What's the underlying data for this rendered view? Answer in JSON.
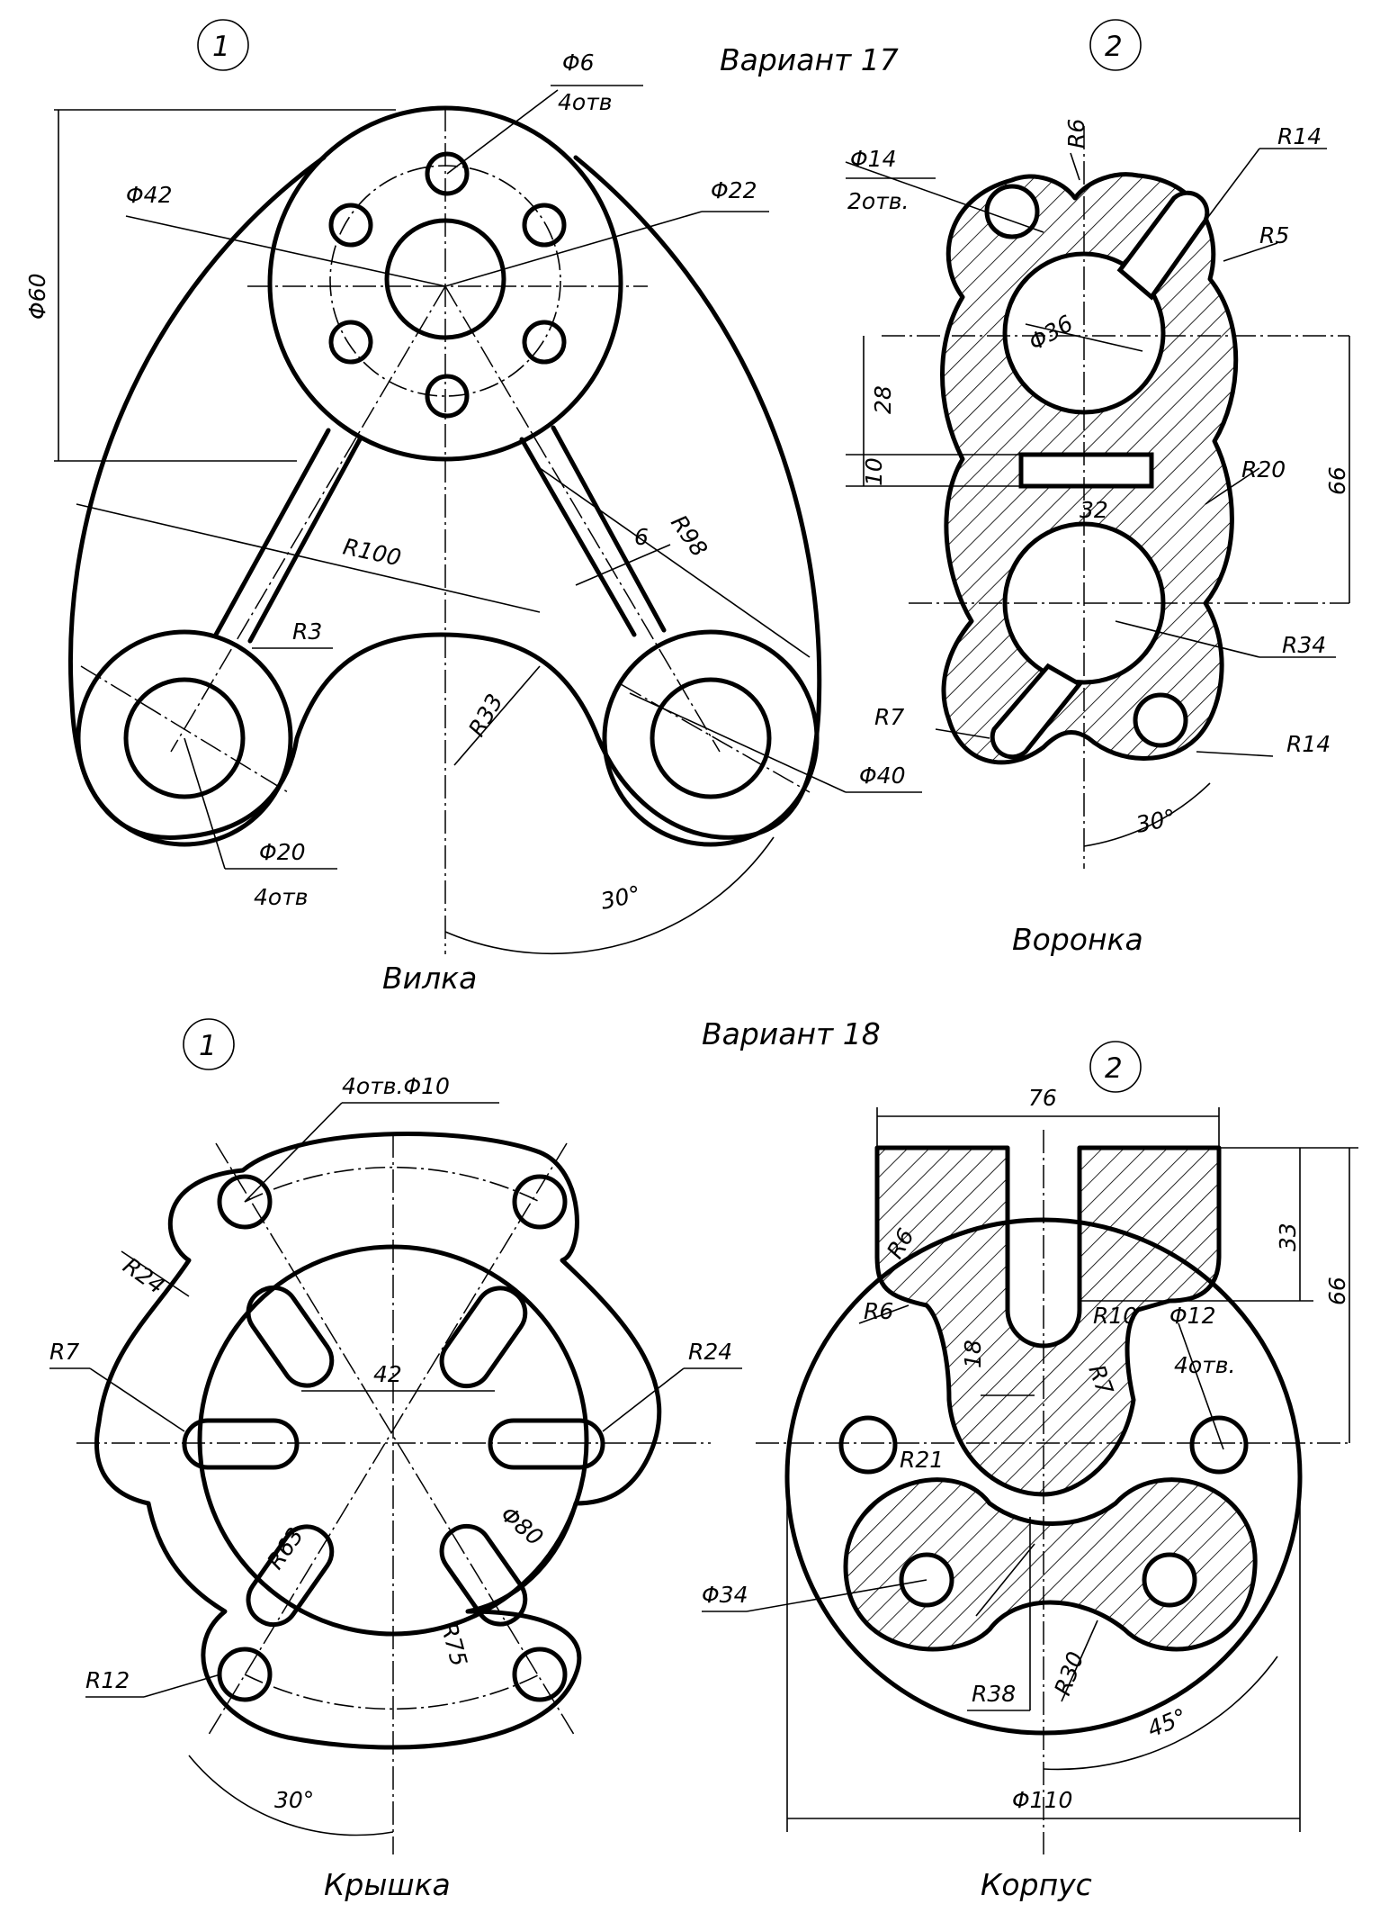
{
  "variants": [
    {
      "title": "Вариант 17",
      "parts": [
        {
          "number": "1",
          "name": "Вилка",
          "dims": {
            "d6": "Φ6",
            "holes6": "4отв",
            "d42": "Φ42",
            "d22": "Φ22",
            "d60": "Φ60",
            "r98": "R98",
            "r100": "R100",
            "six": "6",
            "r3": "R3",
            "r33": "R33",
            "d40": "Φ40",
            "d20": "Φ20",
            "holes20": "4отв",
            "angle": "30°"
          }
        },
        {
          "number": "2",
          "name": "Воронка",
          "dims": {
            "d14": "Φ14",
            "holes14": "2отв.",
            "r6": "R6",
            "r14a": "R14",
            "r5": "R5",
            "d36": "Φ36",
            "h28": "28",
            "h10": "10",
            "w32": "32",
            "r20": "R20",
            "h66": "66",
            "r34": "R34",
            "r7": "R7",
            "r14b": "R14",
            "angle": "30°"
          }
        }
      ]
    },
    {
      "title": "Вариант 18",
      "parts": [
        {
          "number": "1",
          "name": "Крышка",
          "dims": {
            "holes10": "4отв.Φ10",
            "r24a": "R24",
            "r7": "R7",
            "w42": "42",
            "r24b": "R24",
            "r63": "R63",
            "d80": "Φ80",
            "r75": "R75",
            "r12": "R12",
            "angle": "30°"
          }
        },
        {
          "number": "2",
          "name": "Корпус",
          "dims": {
            "w76": "76",
            "h33": "33",
            "h66": "66",
            "r6a": "R6",
            "r6b": "R6",
            "r10": "R10",
            "d12": "Φ12",
            "holes12": "4отв.",
            "h18": "18",
            "r7": "R7",
            "r21": "R21",
            "d34": "Φ34",
            "r38": "R38",
            "r30": "R30",
            "angle": "45°",
            "d110": "Φ110"
          }
        }
      ]
    }
  ]
}
